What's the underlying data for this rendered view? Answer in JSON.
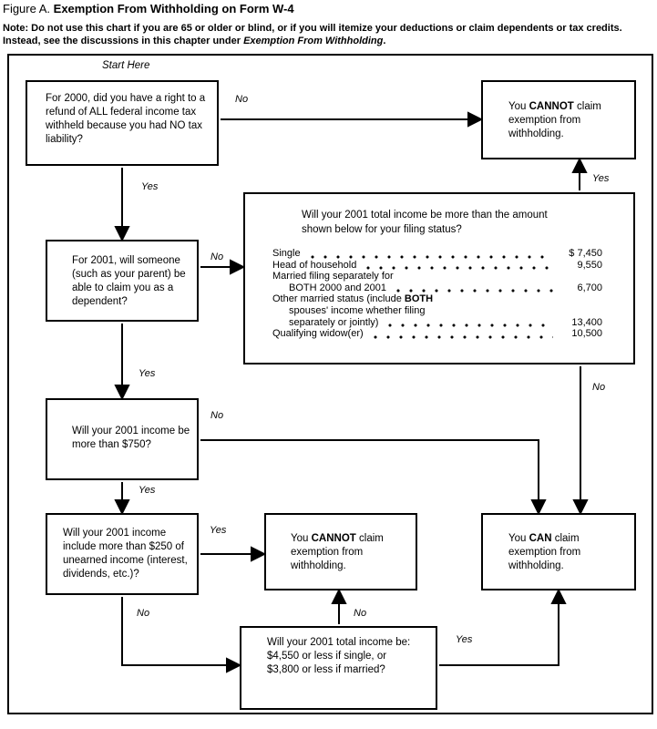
{
  "header": {
    "figure_label": "Figure A.",
    "title": "Exemption From Withholding on Form W-4",
    "note_line1": "Note: Do not use this chart if you are 65 or older or blind, or if you will itemize your deductions or claim dependents or tax credits.",
    "note_line2_pre": "Instead, see the discussions in this chapter under ",
    "note_line2_italic": "Exemption From Withholding",
    "note_line2_end": "."
  },
  "flowchart": {
    "start_label": "Start Here",
    "boxes": {
      "q_refund_2000": "For 2000, did you have a right to a refund of ALL federal income tax withheld because you had NO tax liability?",
      "cannot_claim_top": {
        "pre": "You ",
        "bold": "CANNOT",
        "post": " claim exemption from withholding."
      },
      "q_dependent_2001": "For 2001, will someone (such as your parent) be able to claim you as a dependent?",
      "income_table": {
        "question_line1": "Will your 2001 total income be more than the amount",
        "question_line2": "shown below for your filing status?",
        "rows": [
          {
            "label": "Single",
            "amount": "$ 7,450"
          },
          {
            "label": "Head of household",
            "amount": "9,550"
          },
          {
            "label": "Married filing separately for",
            "amount": ""
          },
          {
            "label": "BOTH 2000 and 2001",
            "amount": "6,700"
          },
          {
            "label_pre": "Other married status (include ",
            "label_bold": "BOTH",
            "amount": ""
          },
          {
            "label": "spouses' income whether filing",
            "amount": ""
          },
          {
            "label": "separately or jointly)",
            "amount": "13,400"
          },
          {
            "label": "Qualifying widow(er)",
            "amount": "10,500"
          }
        ]
      },
      "q_income_750": "Will your 2001 income be more than $750?",
      "q_unearned_250": "Will your 2001 income include more than $250 of unearned income (interest, dividends, etc.)?",
      "cannot_claim_mid": {
        "pre": "You ",
        "bold": "CANNOT",
        "post": " claim exemption from withholding."
      },
      "can_claim": {
        "pre": "You ",
        "bold": "CAN",
        "post": " claim exemption from withholding."
      },
      "q_total_income": {
        "line1": "Will your 2001 total income be:",
        "line2": "$4,550 or less if single, or",
        "line3": "$3,800 or less if married?"
      }
    },
    "edge_labels": {
      "no_refund": "No",
      "yes_refund": "Yes",
      "no_dependent": "No",
      "yes_over_amount": "Yes",
      "no_over_amount": "No",
      "yes_dependent": "Yes",
      "no_over_750": "No",
      "yes_over_750": "Yes",
      "yes_unearned": "Yes",
      "no_unearned": "No",
      "no_total_income": "No",
      "yes_total_income": "Yes"
    },
    "colors": {
      "line": "#000000",
      "background": "#ffffff"
    }
  }
}
